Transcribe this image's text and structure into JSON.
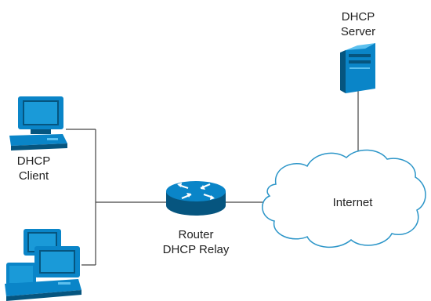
{
  "nodes": {
    "server": {
      "line1": "DHCP",
      "line2": "Server"
    },
    "client": {
      "line1": "DHCP",
      "line2": "Client"
    },
    "router": {
      "line1": "Router",
      "line2": "DHCP Relay"
    },
    "internet": {
      "label": "Internet"
    }
  },
  "colors": {
    "device_blue": "#0a85c8",
    "device_dark": "#06557f",
    "device_light": "#5cc0ee",
    "cloud_stroke": "#2b95c8",
    "line": "#444444",
    "text": "#222222"
  }
}
